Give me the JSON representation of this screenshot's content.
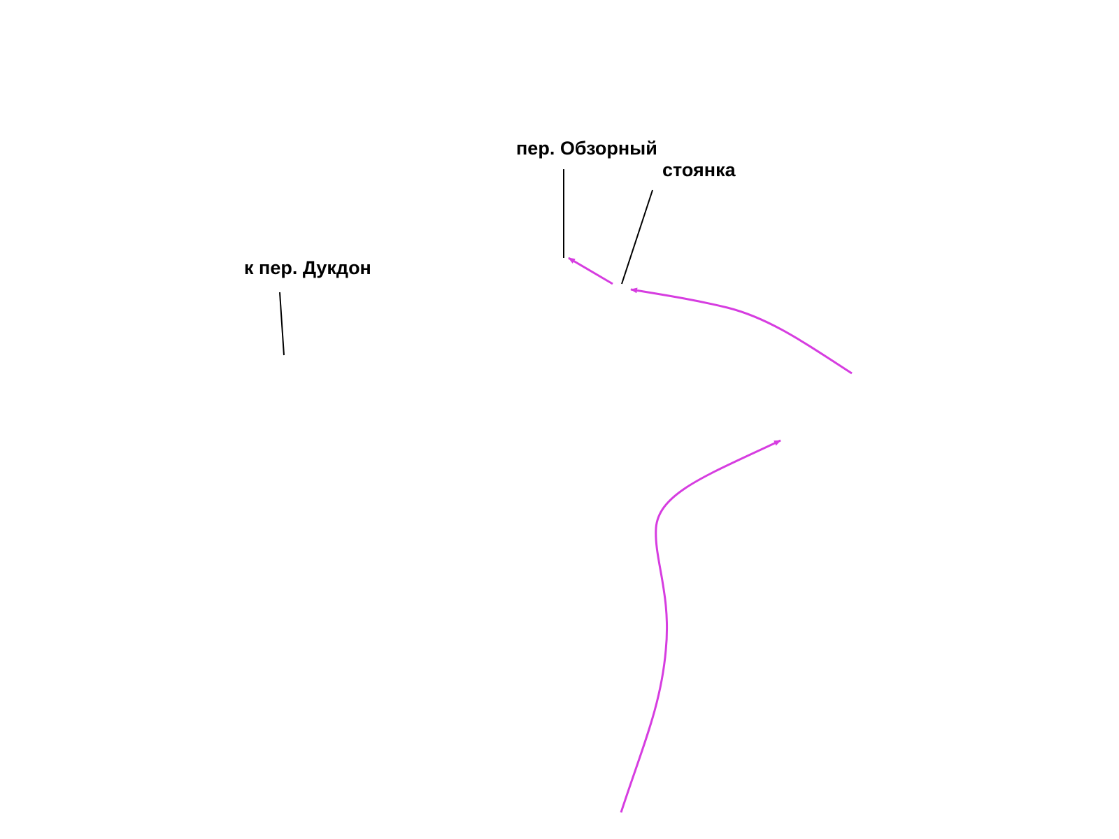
{
  "labels": {
    "obzorny": "пер. Обзорный",
    "stoyanka": "стоянка",
    "dukdon": "к пер. Дукдон"
  },
  "colors": {
    "route": "#d63de0",
    "pointer": "#000000",
    "text": "#000000",
    "background": "#ffffff"
  }
}
